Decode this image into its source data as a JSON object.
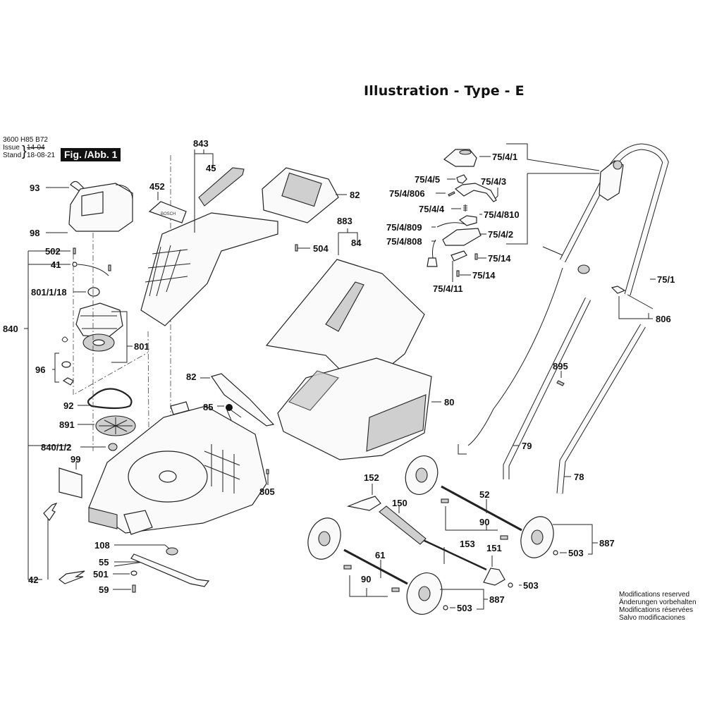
{
  "header": {
    "title": "Illustration - Type - E",
    "doc_number": "3600 H85 B72",
    "issue_label": "Issue",
    "issue_value": "14-04",
    "stand_label": "Stand",
    "stand_value": "18-08-21",
    "figure_label": "Fig. /Abb. 1"
  },
  "footer": {
    "modifications": [
      "Modifications reserved",
      "Änderungen vorbehalten",
      "Modifications réservées",
      "Salvo modificaciones"
    ]
  },
  "labels": {
    "p93": "93",
    "p98": "98",
    "p502": "502",
    "p41": "41",
    "p801_1_18": "801/1/18",
    "p840": "840",
    "p801": "801",
    "p96": "96",
    "p92": "92",
    "p891": "891",
    "p840_1_2": "840/1/2",
    "p99": "99",
    "p42": "42",
    "p108": "108",
    "p55": "55",
    "p501": "501",
    "p59": "59",
    "p452": "452",
    "p843": "843",
    "p45": "45",
    "p82a": "82",
    "p504": "504",
    "p883": "883",
    "p84": "84",
    "p82b": "82",
    "p85": "85",
    "p805": "805",
    "p80": "80",
    "p75_4_1": "75/4/1",
    "p75_4_5": "75/4/5",
    "p75_4_3": "75/4/3",
    "p75_4_806": "75/4/806",
    "p75_4_4": "75/4/4",
    "p75_4_810": "75/4/810",
    "p75_4_809": "75/4/809",
    "p75_4_2": "75/4/2",
    "p75_4_808": "75/4/808",
    "p75_14a": "75/14",
    "p75_14b": "75/14",
    "p75_4_11": "75/4/11",
    "p75_1": "75/1",
    "p806": "806",
    "p895": "895",
    "p79": "79",
    "p78": "78",
    "p152": "152",
    "p150": "150",
    "p52": "52",
    "p90a": "90",
    "p153": "153",
    "p151": "151",
    "p61": "61",
    "p90b": "90",
    "p503a": "503",
    "p503b": "503",
    "p503c": "503",
    "p887a": "887",
    "p887b": "887"
  }
}
